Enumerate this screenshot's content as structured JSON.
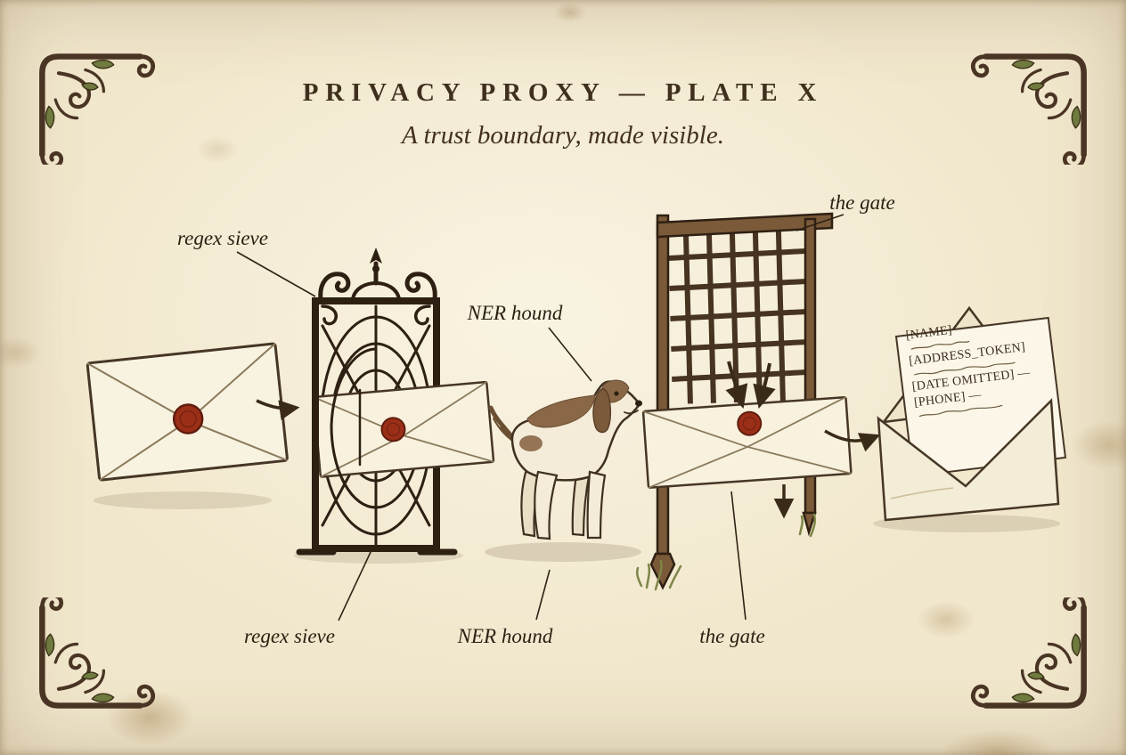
{
  "title": "PRIVACY PROXY — PLATE X",
  "subtitle": "A trust boundary, made visible.",
  "labels": {
    "regex_sieve_top": "regex sieve",
    "regex_sieve_bottom": "regex sieve",
    "ner_hound_top": "NER hound",
    "ner_hound_bottom": "NER hound",
    "the_gate_top": "the gate",
    "the_gate_bottom": "the gate"
  },
  "letter": {
    "tokens": [
      "[NAME]",
      "[ADDRESS_TOKEN]",
      "[DATE OMITTED] —",
      "[PHONE] —"
    ]
  },
  "icons": {
    "sealed_envelope": "sealed-envelope",
    "wax_seal": "red-wax-seal",
    "regex_sieve": "ornate-iron-sieve-gate",
    "ner_hound": "spaniel-dog",
    "the_gate": "wooden-trellis-gate",
    "open_envelope": "open-envelope-with-redacted-letter",
    "corner_flourish": "victorian-corner-ornament"
  },
  "colors": {
    "paper": "#f1e7cc",
    "ink": "#3b2c1a",
    "wax_seal": "#9b2e17",
    "ornament_green": "#6f7b3e"
  }
}
